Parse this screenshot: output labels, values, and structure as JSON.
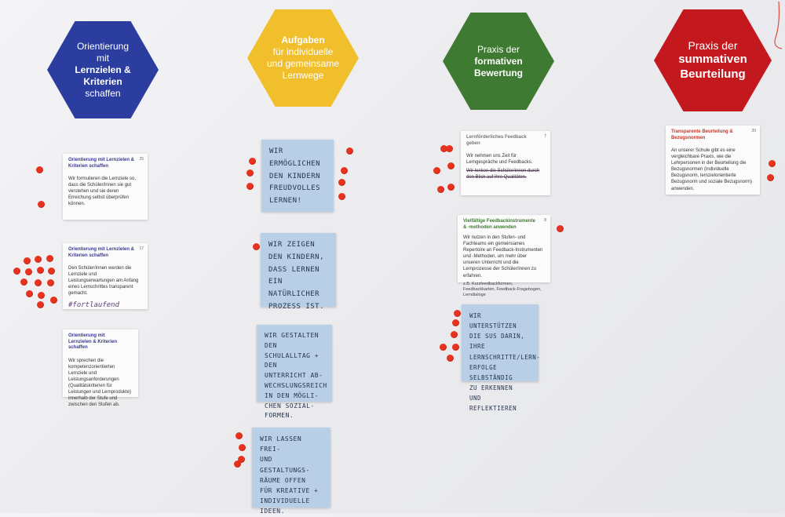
{
  "colors": {
    "blue": "#2b3ea0",
    "yellow": "#f0bf2b",
    "green": "#3f7a32",
    "red": "#c4181f",
    "sticky": "#b8cfe6",
    "dot": "#e8321f"
  },
  "hexagons": [
    {
      "lines": [
        "Orientierung",
        "mit",
        "Lernzielen &",
        "Kriterien",
        "schaffen"
      ]
    },
    {
      "lines": [
        "Aufgaben",
        "für individuelle",
        "und gemeinsame",
        "Lernwege"
      ]
    },
    {
      "lines": [
        "Praxis der",
        "formativen",
        "Bewertung"
      ]
    },
    {
      "lines": [
        "Praxis der",
        "summativen",
        "Beurteilung"
      ]
    }
  ],
  "cards": [
    {
      "number": "25",
      "head": "Orientierung mit Lernzielen & Kriterien schaffen",
      "body": "Wir formulieren die Lernziele so, dass die Schüler/innen sie gut verstehen und sie deren Erreichung selbst überprüfen können."
    },
    {
      "number": "17",
      "head": "Orientierung mit Lernzielen & Kriterien schaffen",
      "body": "Den Schüler/innen werden die Lernziele und Leistungserwartungen am Anfang eines Lernschrittes transparent gemacht.",
      "hand": "#fortlaufend"
    },
    {
      "head": "Orientierung mit Lernzielen & Kriterien schaffen",
      "body": "Wir sprechen die kompetenzorientierten Lernziele und Leistungsanforderungen (Qualitätskriterien für Leistungen und Lernprodukte) innerhalb der Stufe und zwischen den Stufen ab."
    },
    {
      "number": "7",
      "head": "Lernförderliches Feedback geben",
      "body": "Wir nehmen uns Zeit für Lerngespräche und Feedbacks.",
      "body2": "Wir lenken die Schüler/innen durch den Blick auf ihre Qualitäten."
    },
    {
      "number": "8",
      "head": "Vielfältige Feedbackinstrumente & -methoden anwenden",
      "body": "Wir nutzen in den Stufen- und Fachteams ein gemeinsames Repertoire an Feedback-Instrumenten und -Methoden, um mehr über unseren Unterricht und die Lernprozesse der Schüler/innen zu erfahren.",
      "extra": "z.B. Kurzfeedbackformen, Feedbackkarten, Feedback-Fragebogen, Lerndialoge"
    },
    {
      "number": "20",
      "head": "Transparente Beurteilung & Bezugsnormen",
      "body": "An unserer Schule gibt es eine vergleichbare Praxis, wie die Lehrpersonen in der Beurteilung die Bezugsnormen (individuelle Bezugsnorm, lernzielorientierte Bezugsnorm und soziale Bezugsnorm) anwenden."
    }
  ],
  "stickies": [
    {
      "lines": [
        "Wir ermöglichen",
        "den Kindern",
        "freudvolles",
        "Lernen!"
      ]
    },
    {
      "lines": [
        "Wir zeigen",
        "den Kindern,",
        "dass Lernen",
        "ein natürlicher",
        "Prozess ist."
      ]
    },
    {
      "lines": [
        "Wir gestalten den",
        "Schulalltag + den",
        "Unterricht ab-",
        "wechslungsreich",
        "in den mögli-",
        "chen Sozial-",
        "formen."
      ]
    },
    {
      "lines": [
        "Wir lassen frei-",
        "und Gestaltungs-",
        "räume offen",
        "für kreative +",
        "individuelle",
        "Ideen."
      ]
    },
    {
      "lines": [
        "Wir unterstützen",
        "die SuS darin, ihre",
        "Lernschritte/Lern-",
        "erfolge selbständig",
        "zu erkennen",
        "und reflektieren"
      ]
    }
  ]
}
